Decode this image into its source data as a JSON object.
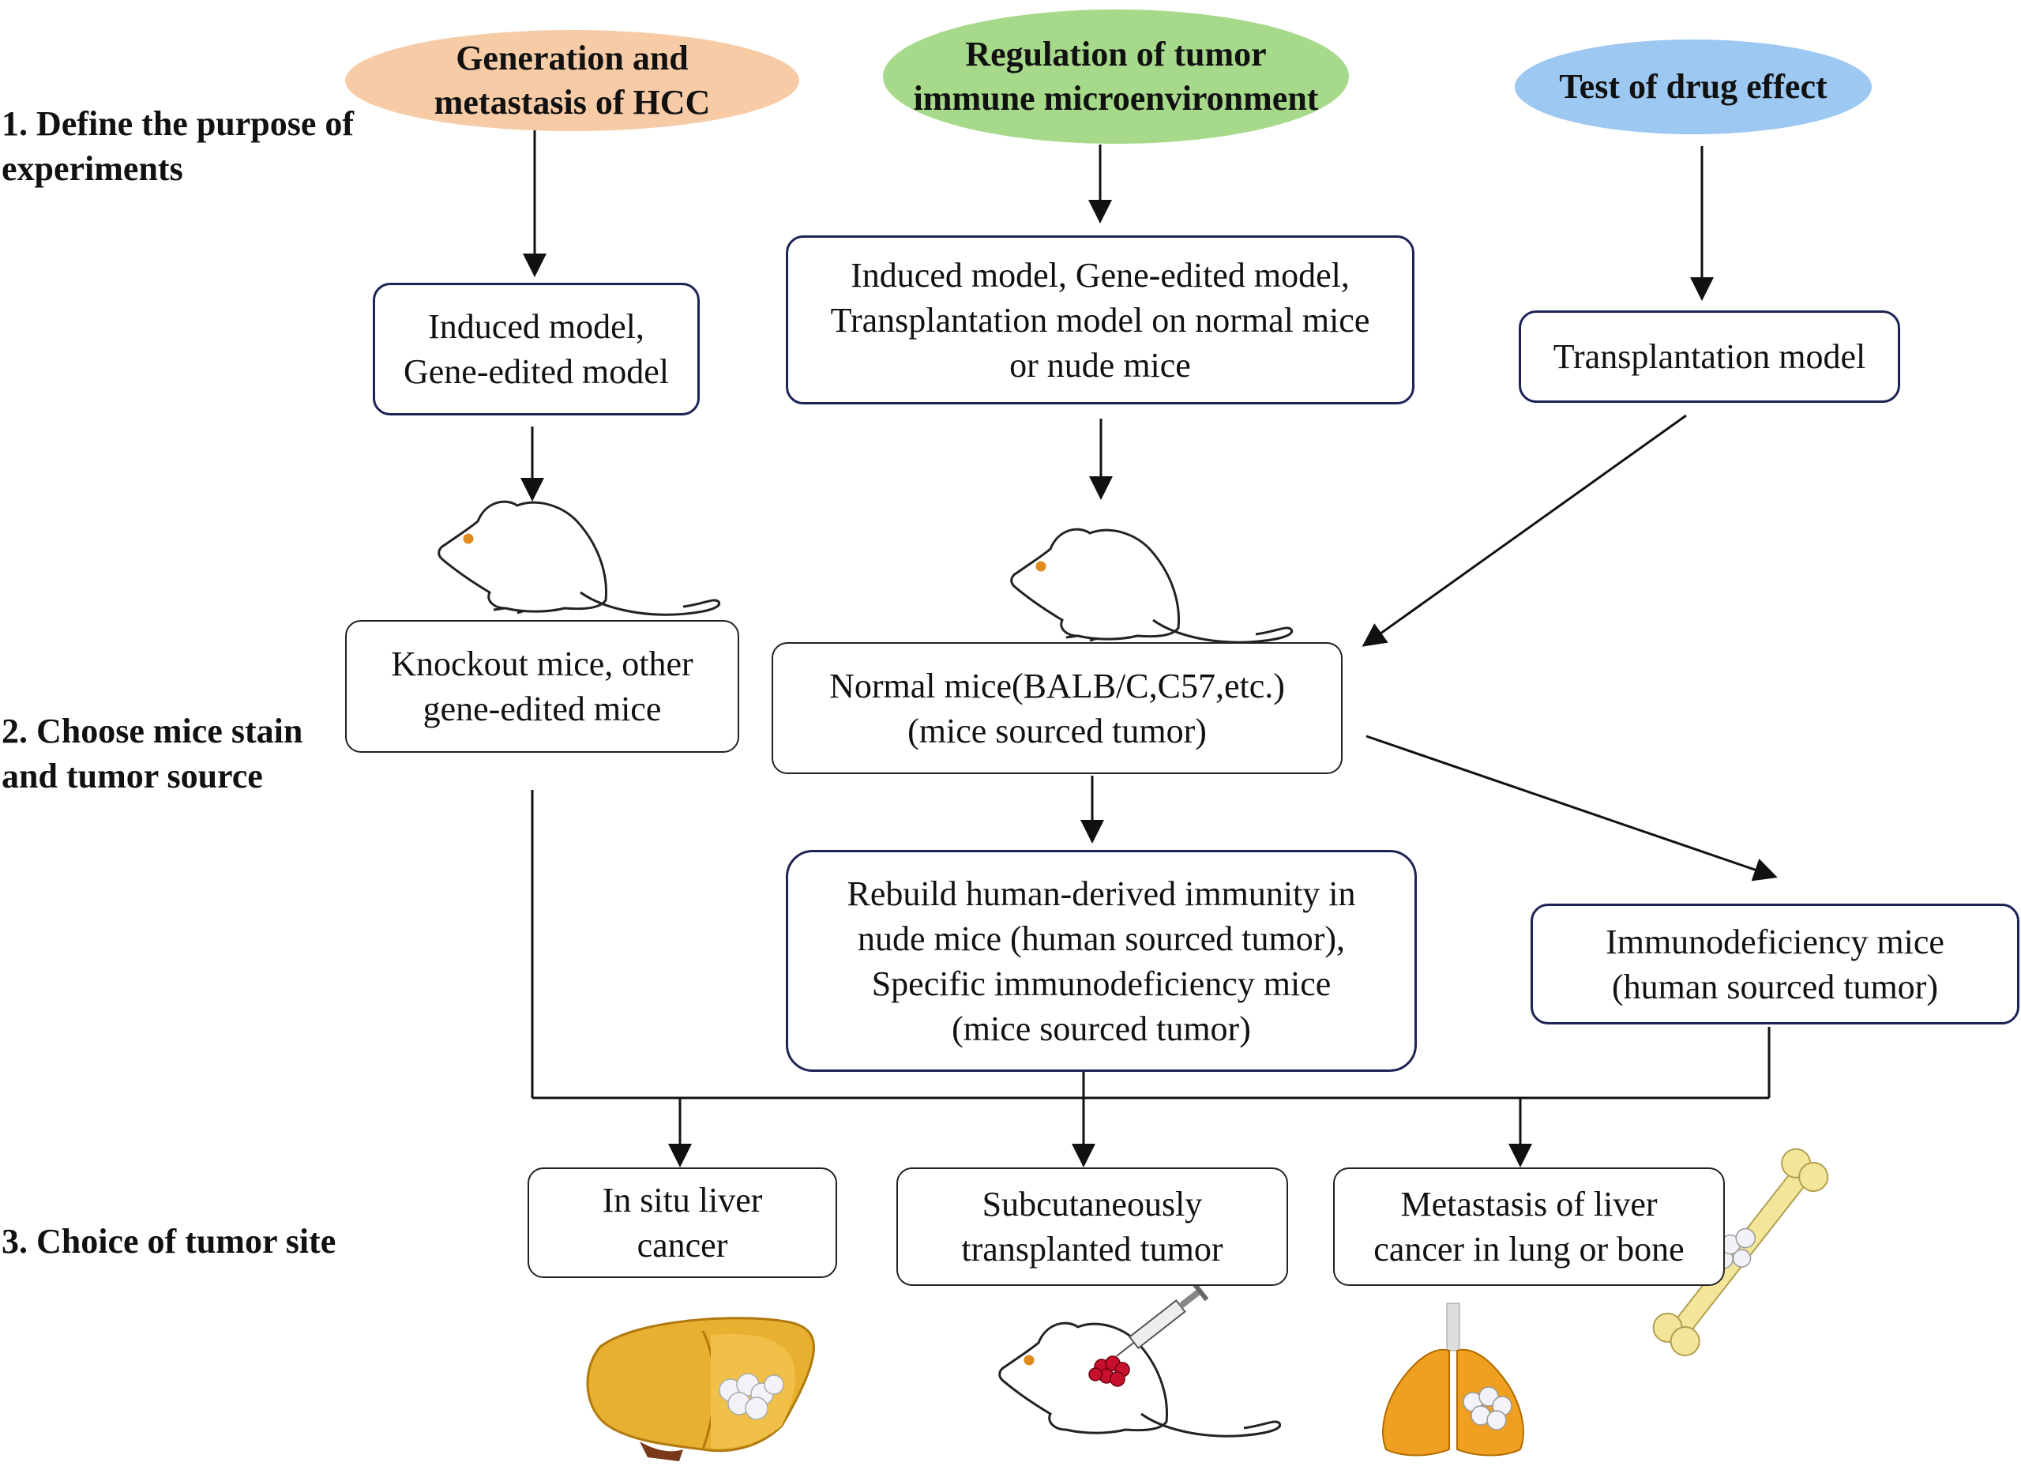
{
  "purposes": {
    "hcc": {
      "label": "Generation and\nmetastasis of HCC",
      "color": "#f8cba7"
    },
    "immune": {
      "label": "Regulation of tumor\nimmune microenvironment",
      "color": "#a6d98a"
    },
    "drug": {
      "label": "Test of drug effect",
      "color": "#9dc8f2"
    }
  },
  "steps": {
    "step1": "1. Define the purpose of\n    experiments",
    "step2": "2. Choose mice stain\n    and tumor source",
    "step3": "3. Choice of tumor site"
  },
  "models": {
    "induced_gene": "Induced model,\nGene-edited model",
    "induced_gene_transplant": "Induced model, Gene-edited model,\nTransplantation model on normal mice\nor nude mice",
    "transplantation": "Transplantation model"
  },
  "mice": {
    "knockout": "Knockout mice, other\ngene-edited mice",
    "normal": "Normal mice(BALB/C,C57,etc.)\n(mice sourced tumor)",
    "rebuild": "Rebuild human-derived immunity in\nnude mice (human sourced tumor),\nSpecific immunodeficiency mice\n(mice sourced tumor)",
    "immunodeficiency": "Immunodeficiency mice\n(human sourced tumor)"
  },
  "sites": {
    "in_situ": "In situ liver\ncancer",
    "subcutaneous": "Subcutaneously\ntransplanted tumor",
    "metastasis": "Metastasis of liver\ncancer in lung or bone"
  },
  "colors": {
    "box_border": "#1e2356",
    "liver": "#e8b030",
    "tumor_nodule": "#f2f2f8",
    "subcutaneous_tumor": "#c8102e",
    "lung": "#f0a020",
    "bone": "#f3e59a"
  },
  "icons": [
    "mouse-icon",
    "liver-icon",
    "mouse-injection-icon",
    "syringe-icon",
    "lungs-icon",
    "bone-icon"
  ]
}
